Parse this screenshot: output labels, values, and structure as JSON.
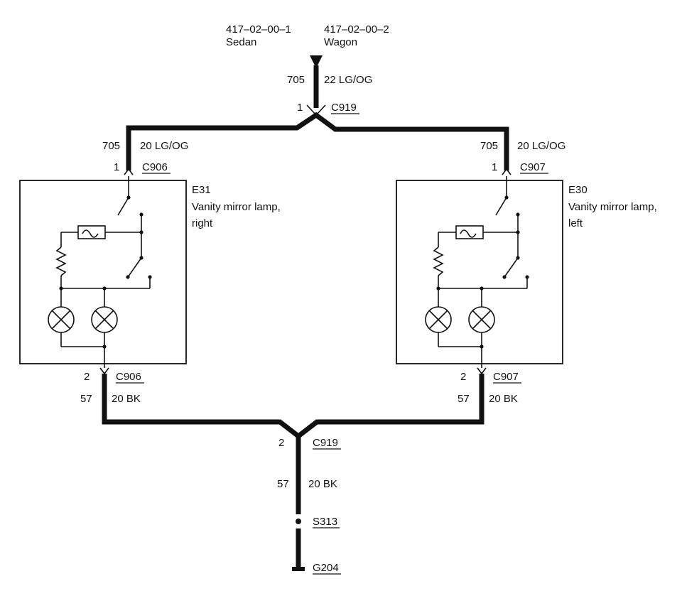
{
  "header": {
    "sedan_ref": "417–02–00–1",
    "sedan_label": "Sedan",
    "wagon_ref": "417–02–00–2",
    "wagon_label": "Wagon"
  },
  "feed": {
    "circuit": "705",
    "wire": "22 LG/OG",
    "pin": "1",
    "connector": "C919"
  },
  "left_branch": {
    "circuit": "705",
    "wire": "20 LG/OG",
    "pin_in": "1",
    "connector_in": "C906",
    "component_id": "E31",
    "component_desc_1": "Vanity mirror lamp,",
    "component_desc_2": "right",
    "pin_out": "2",
    "connector_out": "C906",
    "ground_circuit": "57",
    "ground_wire": "20 BK"
  },
  "right_branch": {
    "circuit": "705",
    "wire": "20 LG/OG",
    "pin_in": "1",
    "connector_in": "C907",
    "component_id": "E30",
    "component_desc_1": "Vanity mirror lamp,",
    "component_desc_2": "left",
    "pin_out": "2",
    "connector_out": "C907",
    "ground_circuit": "57",
    "ground_wire": "20 BK"
  },
  "ground": {
    "pin": "2",
    "connector": "C919",
    "circuit": "57",
    "wire": "20 BK",
    "splice": "S313",
    "ground_point": "G204"
  }
}
